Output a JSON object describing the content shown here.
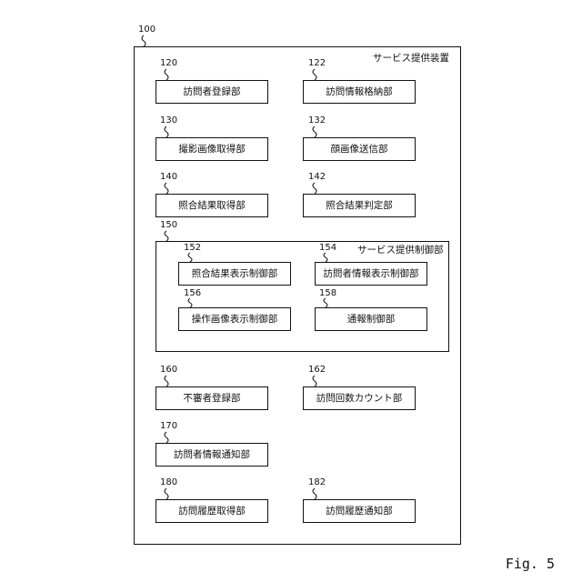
{
  "device": {
    "ref": "100",
    "title": "サービス提供装置"
  },
  "blocks": [
    {
      "ref": "120",
      "label": "訪問者登録部"
    },
    {
      "ref": "122",
      "label": "訪問情報格納部"
    },
    {
      "ref": "130",
      "label": "撮影画像取得部"
    },
    {
      "ref": "132",
      "label": "顔画像送信部"
    },
    {
      "ref": "140",
      "label": "照合結果取得部"
    },
    {
      "ref": "142",
      "label": "照合結果判定部"
    },
    {
      "ref": "160",
      "label": "不審者登録部"
    },
    {
      "ref": "162",
      "label": "訪問回数カウント部"
    },
    {
      "ref": "170",
      "label": "訪問者情報通知部"
    },
    {
      "ref": "180",
      "label": "訪問履歴取得部"
    },
    {
      "ref": "182",
      "label": "訪問履歴通知部"
    }
  ],
  "control": {
    "ref": "150",
    "title": "サービス提供制御部",
    "blocks": [
      {
        "ref": "152",
        "label": "照合結果表示制御部"
      },
      {
        "ref": "154",
        "label": "訪問者情報表示制御部"
      },
      {
        "ref": "156",
        "label": "操作画像表示制御部"
      },
      {
        "ref": "158",
        "label": "通報制御部"
      }
    ]
  },
  "caption": "Fig. 5"
}
